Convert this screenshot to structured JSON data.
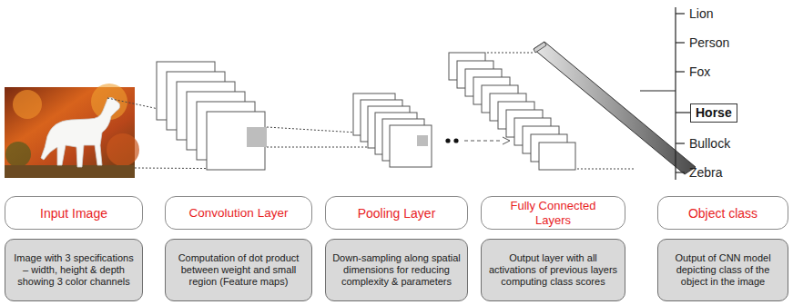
{
  "diagram": {
    "nodes": [
      {
        "text": [
          "Horse"
        ]
      },
      {
        "text": [
          "Input Image"
        ]
      },
      {
        "text": [
          "Convolution Layer"
        ]
      },
      {
        "text": [
          "Pooling Layer"
        ]
      },
      {
        "text": [
          "Fully Connected Layers"
        ]
      },
      {
        "text": [
          "Object class"
        ]
      },
      {
        "text": [
          "Image with 3 specifications – width, height & depth showing 3 color channels"
        ]
      },
      {
        "text": [
          "Computation of dot product between weight and small region (Feature maps)"
        ]
      },
      {
        "text": [
          "Down-sampling along spatial dimensions for reducing complexity & parameters"
        ]
      },
      {
        "text": [
          "Output layer with all activations of previous layers computing class scores"
        ]
      },
      {
        "text": [
          "Output of CNN model depicting class of the object in the image"
        ]
      }
    ],
    "labels": [
      "Lion",
      "Person",
      "Fox",
      "Bullock",
      "Zebra"
    ]
  }
}
